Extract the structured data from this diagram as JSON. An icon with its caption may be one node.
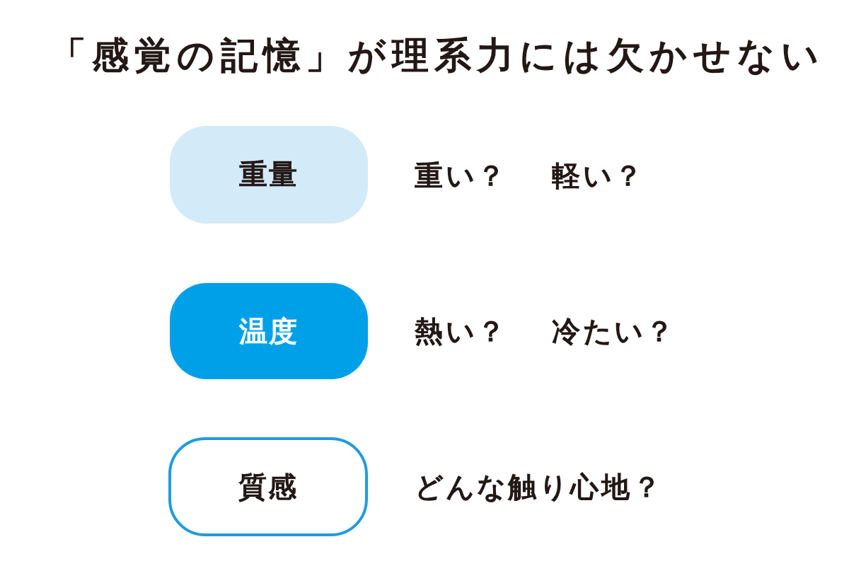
{
  "diagram": {
    "title": "「感覚の記憶」が理系力には欠かせない",
    "nodes": [
      {
        "text": [
          "重量"
        ],
        "beside": [
          "重い？",
          "軽い？"
        ]
      },
      {
        "text": [
          "温度"
        ],
        "beside": [
          "熱い？",
          "冷たい？"
        ]
      },
      {
        "text": [
          "質感"
        ],
        "beside": [
          "どんな触り心地？"
        ]
      }
    ]
  }
}
